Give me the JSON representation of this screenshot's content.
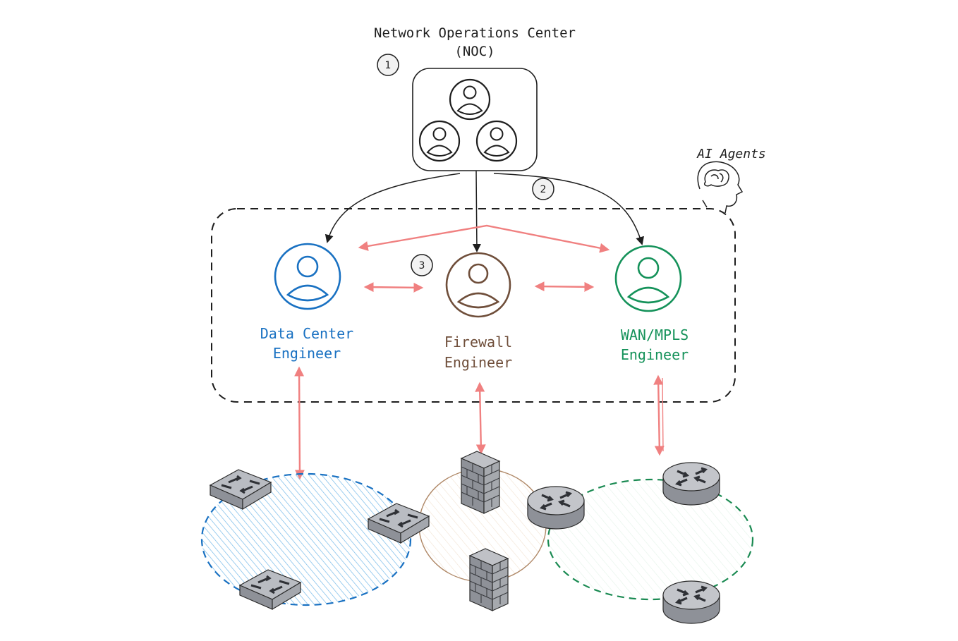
{
  "noc": {
    "title_line1": "Network Operations Center",
    "title_line2": "(NOC)"
  },
  "ai_agents": {
    "label": "AI Agents",
    "icon": "brain-head-icon"
  },
  "steps": [
    "1",
    "2",
    "3"
  ],
  "engineers": {
    "data_center": {
      "line1": "Data Center",
      "line2": "Engineer",
      "color": "#1971c2"
    },
    "firewall": {
      "line1": "Firewall",
      "line2": "Engineer",
      "color": "#6f4e3a"
    },
    "wan_mpls": {
      "line1": "WAN/MPLS",
      "line2": "Engineer",
      "color": "#15925a"
    }
  },
  "colors": {
    "ink": "#1e1e1e",
    "arrow_red": "#f08080",
    "dc_zone": "#1971c2",
    "fw_zone": "#b08968",
    "wan_zone": "#1a8a52"
  }
}
